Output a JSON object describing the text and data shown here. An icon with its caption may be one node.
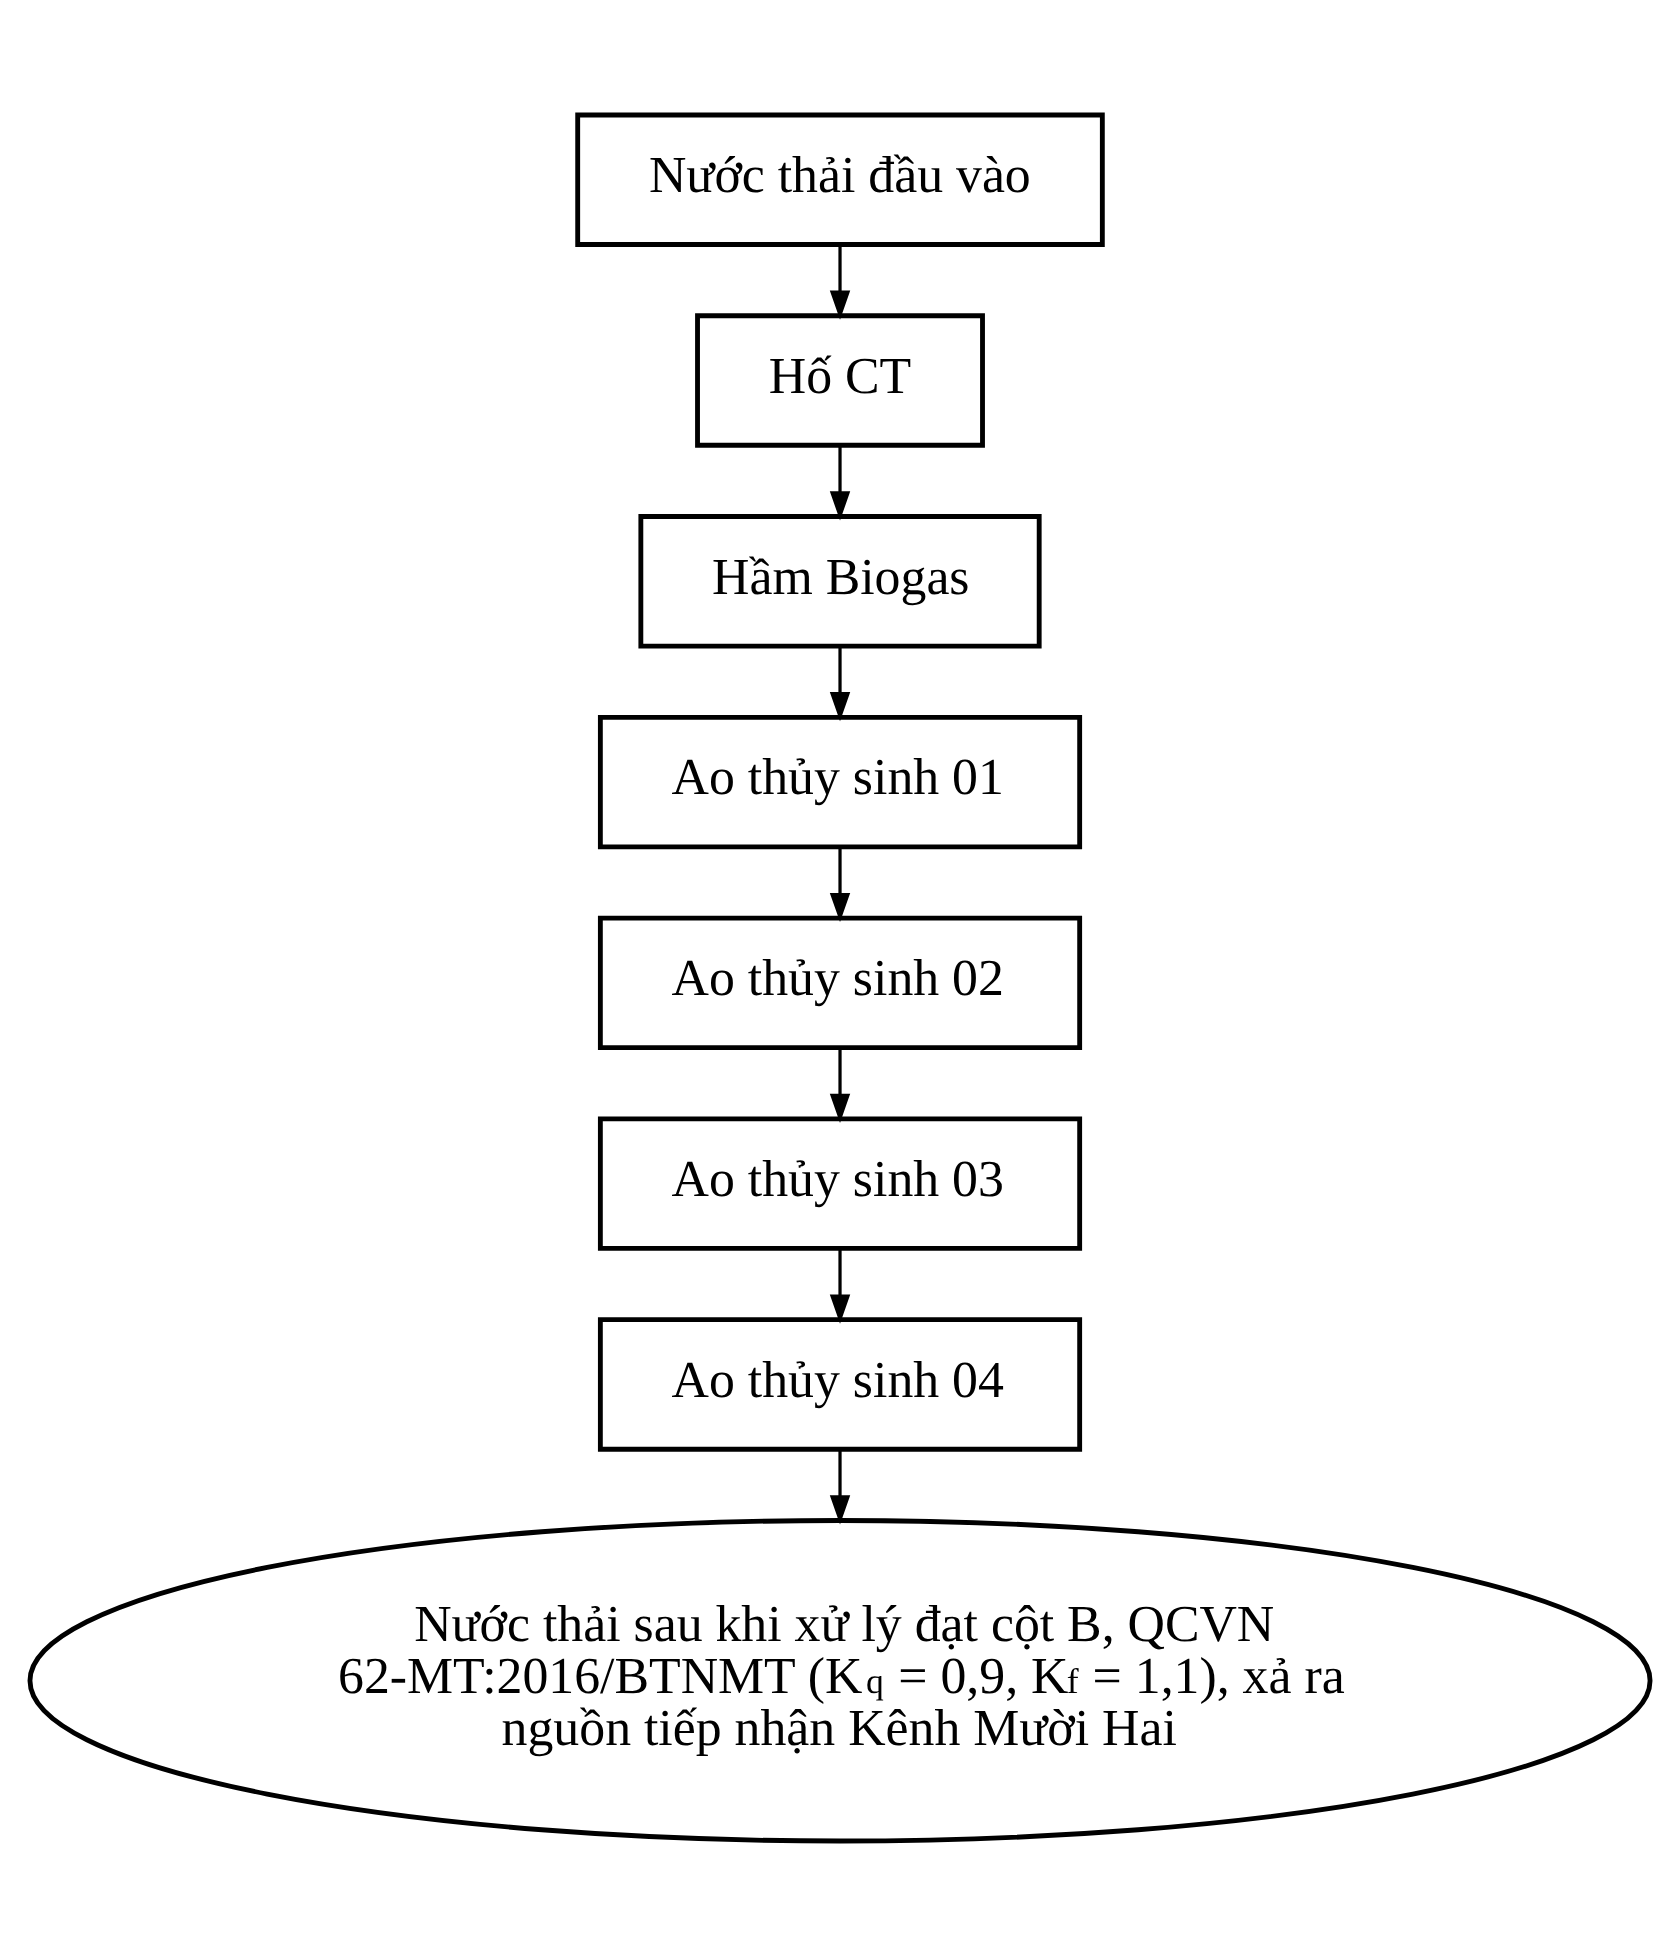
{
  "diagram": {
    "nodes": [
      {
        "text": [
          "Nước thải đầu vào"
        ]
      },
      {
        "text": [
          "Hố CT"
        ]
      },
      {
        "text": [
          "Hầm Biogas"
        ]
      },
      {
        "text": [
          "Ao thủy sinh 01"
        ]
      },
      {
        "text": [
          "Ao thủy sinh 02"
        ]
      },
      {
        "text": [
          "Ao thủy sinh 03"
        ]
      },
      {
        "text": [
          "Ao thủy sinh 04"
        ]
      },
      {
        "text": [
          "Nước thải sau khi xử lý đạt cột B, QCVN 62-MT:2016/BTNMT (K$_{q}$ = 0,9, K$_{f}$ = 1,1), xả ra nguồn tiếp nhận Kênh Mười Hai"
        ]
      }
    ],
    "edges": [
      {
        "from": 0,
        "to": 1,
        "arrow": "to"
      },
      {
        "from": 1,
        "to": 2,
        "arrow": "to"
      },
      {
        "from": 2,
        "to": 3,
        "arrow": "to"
      },
      {
        "from": 3,
        "to": 4,
        "arrow": "to"
      },
      {
        "from": 4,
        "to": 5,
        "arrow": "to"
      },
      {
        "from": 5,
        "to": 6,
        "arrow": "to"
      },
      {
        "from": 6,
        "to": 7,
        "arrow": "to"
      }
    ]
  }
}
